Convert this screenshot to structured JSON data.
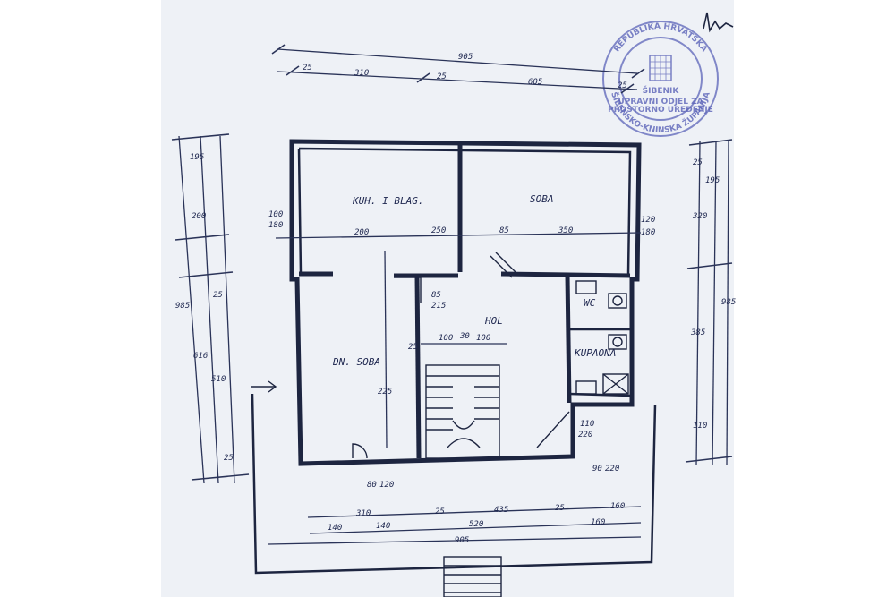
{
  "plan": {
    "rooms": {
      "kitchen": "KUH. I BLAG.",
      "bedroom": "SOBA",
      "living": "DN. SOBA",
      "hall": "HOL",
      "wc": "WC",
      "bathroom": "KUPAONA"
    },
    "dims_top": {
      "overall": "905",
      "seg1": "25",
      "seg2": "310",
      "seg3": "25",
      "seg4": "605",
      "seg5": "25"
    },
    "dims_left": {
      "overall": "985",
      "seg_a": "200",
      "seg_b": "616",
      "seg_c": "510",
      "seg_d": "25",
      "seg_e": "195",
      "seg_f": "25"
    },
    "dims_right": {
      "overall": "985",
      "seg_a": "195",
      "seg_b": "320",
      "seg_c": "385",
      "seg_d": "25",
      "seg_e": "110"
    },
    "dims_bottom": {
      "overall": "905",
      "row1_a": "310",
      "row1_b": "25",
      "row1_c": "435",
      "row1_d": "25",
      "row1_e": "160",
      "row2_a": "140",
      "row2_b": "140",
      "row2_c": "520",
      "row2_d": "160"
    },
    "dims_inner": {
      "kitchen_w": "200",
      "kitchen_gap": "250",
      "room_gap": "85",
      "bedroom_w": "350",
      "hall_a": "100",
      "hall_b": "30",
      "hall_c": "100",
      "hall_d": "25",
      "living_h": "225",
      "door_a": "85",
      "door_b": "215",
      "opening": "110",
      "opening_b": "220",
      "sill": "120",
      "sill_b": "180",
      "left_a": "100",
      "left_b": "180",
      "bottom_a": "80",
      "bottom_b": "120",
      "bottom_c": "90",
      "bottom_d": "220"
    },
    "stamp": {
      "line1": "REPUBLIKA HRVATSKA",
      "line2": "ŠIBENSKO-KNINSKA ŽUPANIJA",
      "center": "ŠIBENIK",
      "inner1": "UPRAVNI ODJEL ZA",
      "inner2": "PROSTORNO UREĐENJE"
    },
    "colors": {
      "ink": "#1d2540",
      "stamp": "#5b63b8",
      "paper": "#eef1f6"
    }
  }
}
